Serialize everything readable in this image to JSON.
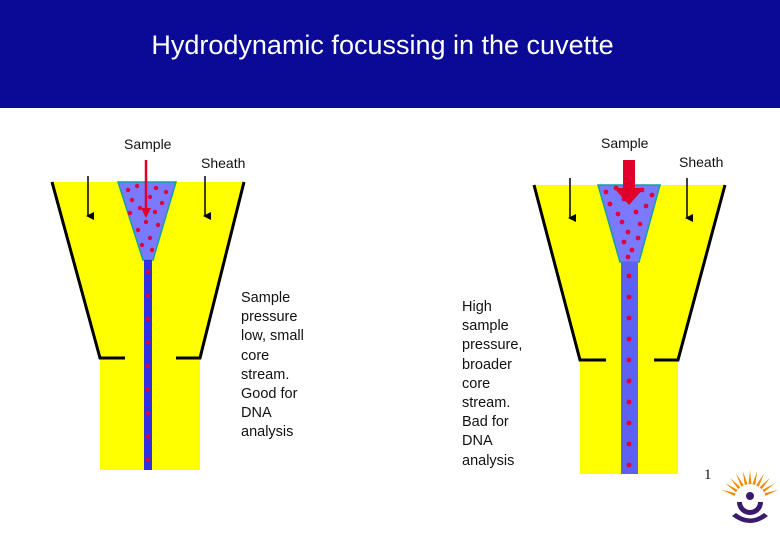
{
  "title": "Hydrodynamic focussing in the cuvette",
  "left_panel": {
    "sample_label": "Sample",
    "sheath_label": "Sheath",
    "description_lines": [
      "Sample",
      "pressure",
      "low, small",
      "core",
      "stream.",
      "Good for",
      "DNA",
      "analysis"
    ]
  },
  "right_panel": {
    "sample_label": "Sample",
    "sheath_label": "Sheath",
    "description_lines": [
      "High",
      "sample",
      "pressure,",
      "broader",
      "core",
      "stream.",
      "Bad for",
      "DNA",
      "analysis"
    ]
  },
  "page_number": "1",
  "colors": {
    "banner": "#0a0a96",
    "sheath_fluid": "#ffff00",
    "sample_fluid": "#7a7aff",
    "cells": "#e0003a",
    "arrow": "#e0002a"
  },
  "icons": {
    "logo": "sunburst-logo-icon"
  }
}
